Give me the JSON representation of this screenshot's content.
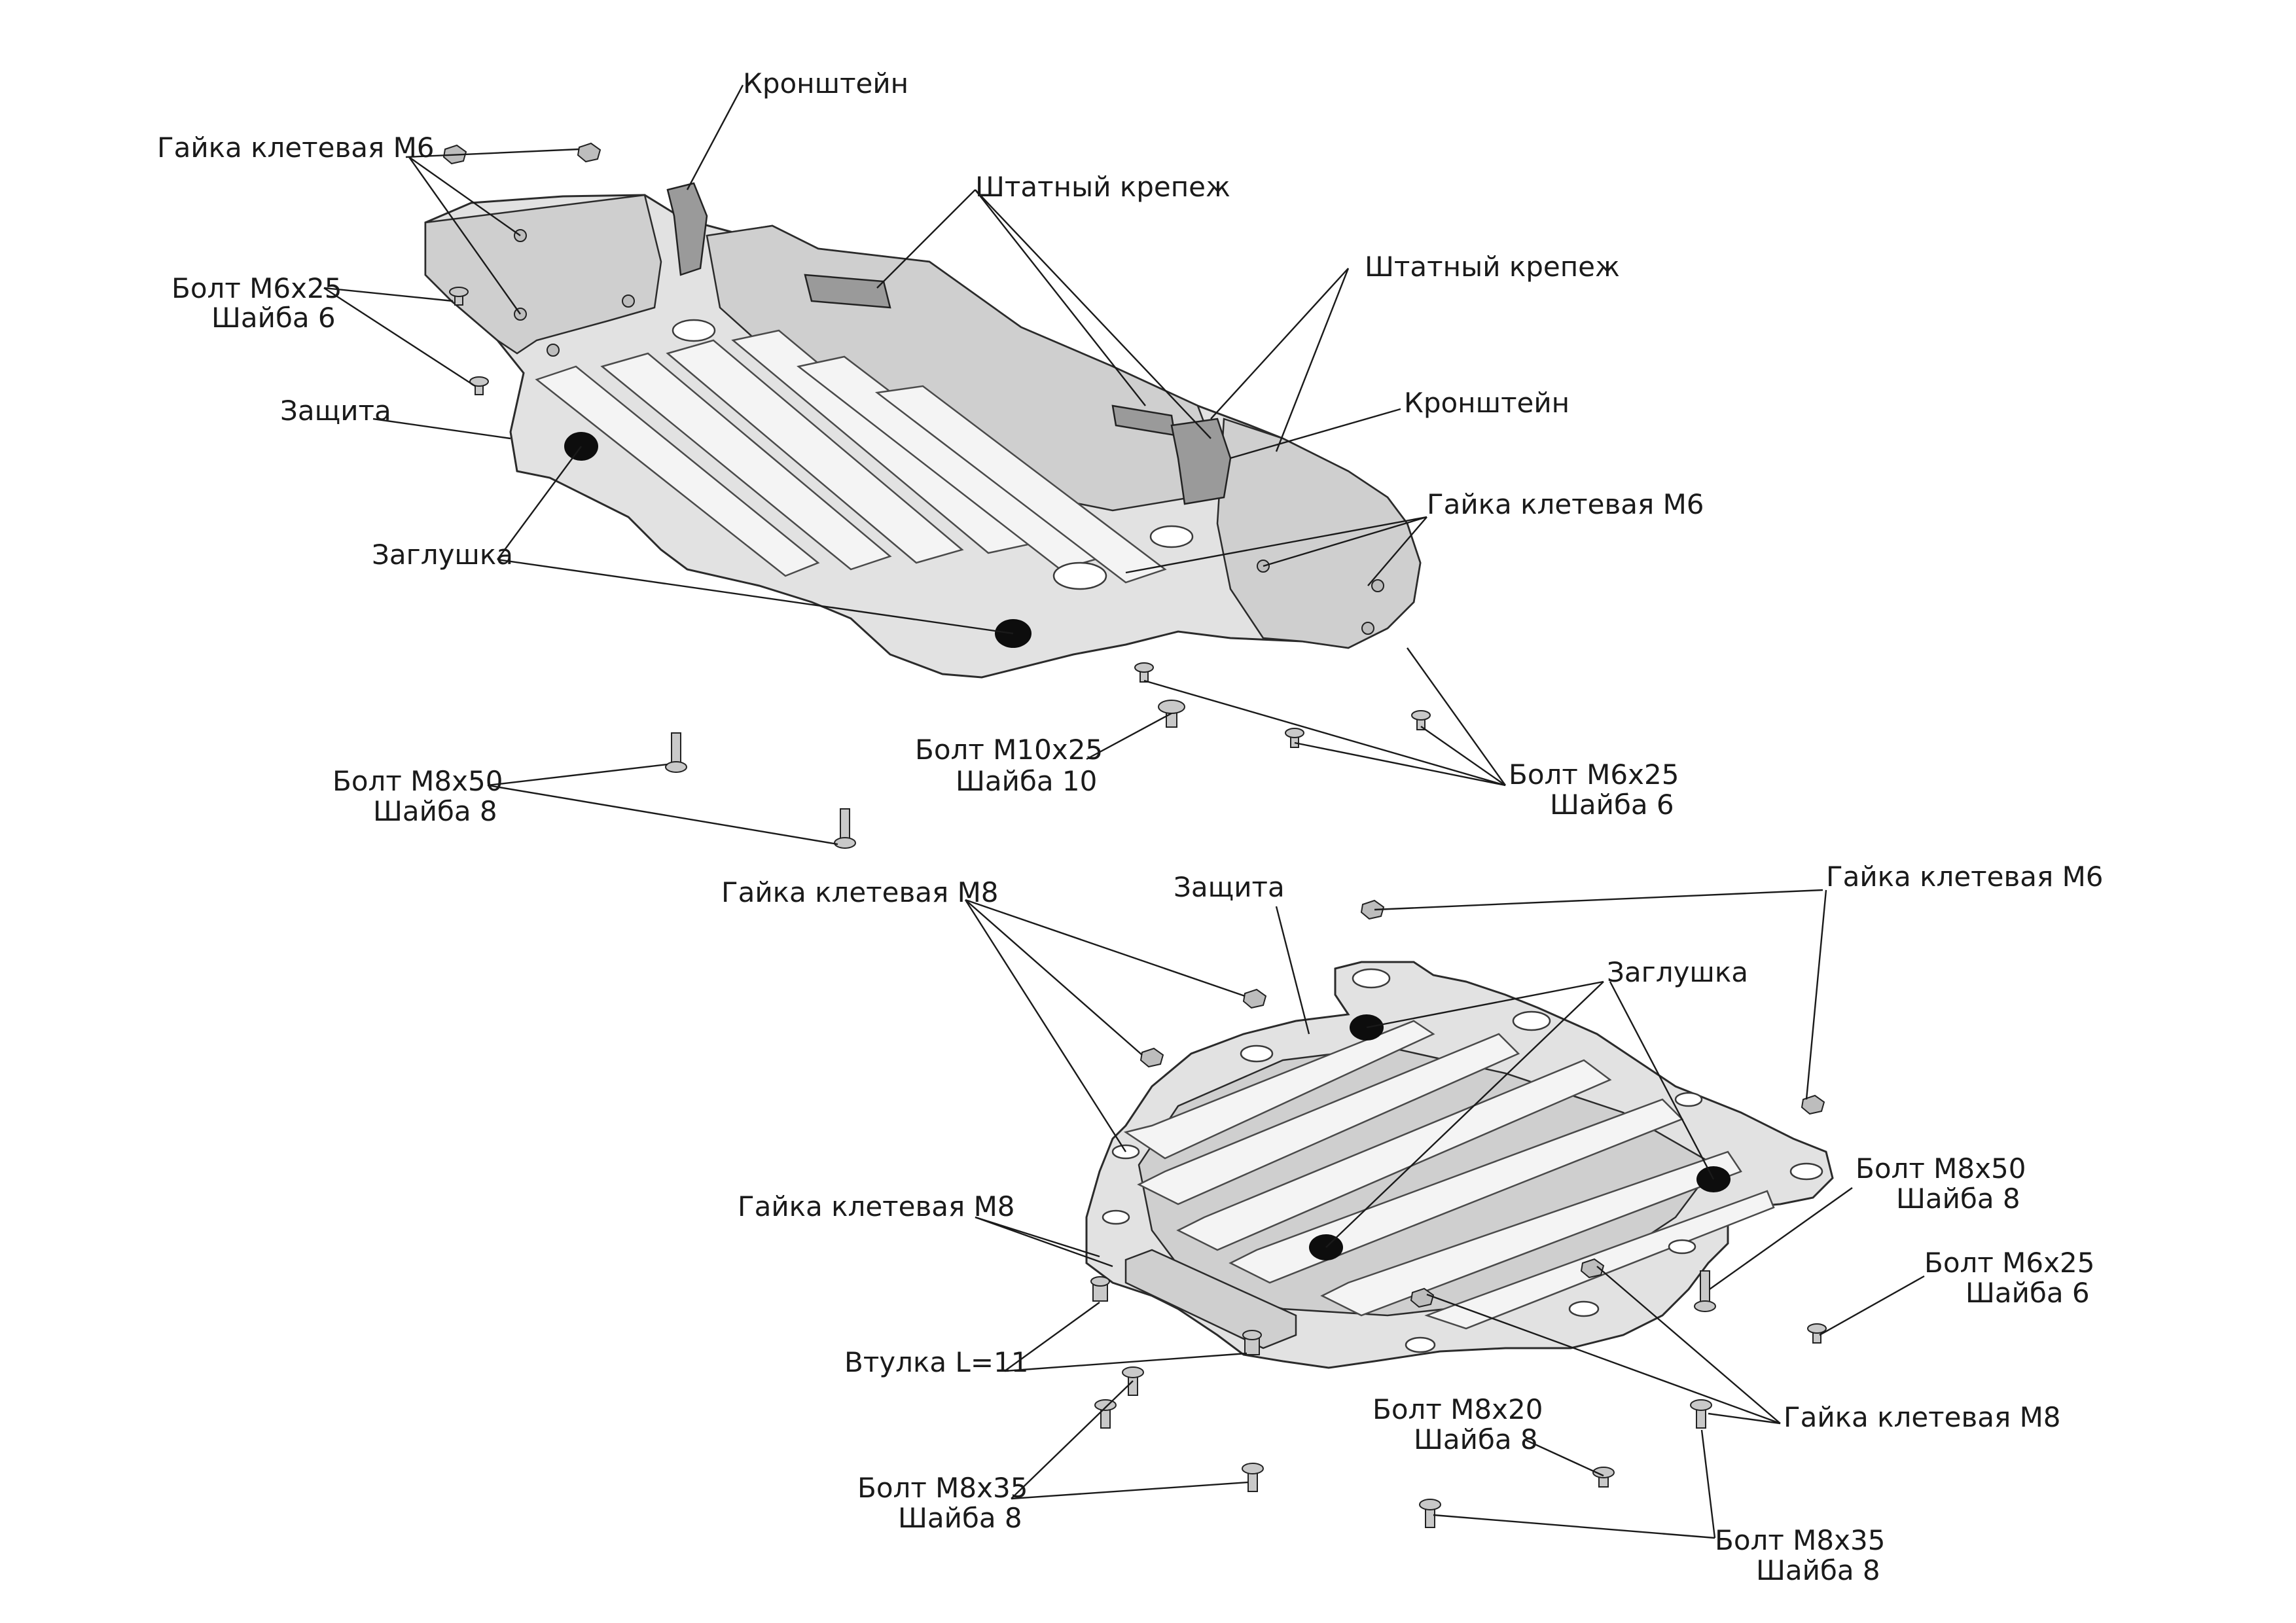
{
  "labels": {
    "kronshtein_top": "Кронштейн",
    "gaika_m6_topleft": "Гайка клетевая М6",
    "shtatny_1": "Штатный крепеж",
    "shtatny_2": "Штатный крепеж",
    "bolt_m6x25_left_1": "Болт М6х25",
    "bolt_m6x25_left_2": "Шайба 6",
    "kronshtein_right": "Кронштейн",
    "zashchita_top": "Защита",
    "gaika_m6_right": "Гайка клетевая М6",
    "zaglushka_top": "Заглушка",
    "bolt_m10x25_1": "Болт М10х25",
    "bolt_m10x25_2": "Шайба 10",
    "bolt_m6x25_mid_1": "Болт М6х25",
    "bolt_m6x25_mid_2": "Шайба 6",
    "bolt_m8x50_left_1": "Болт М8х50",
    "bolt_m8x50_left_2": "Шайба 8",
    "gaika_m8_top": "Гайка клетевая М8",
    "zashchita_bottom": "Защита",
    "gaika_m6_bottomright": "Гайка клетевая М6",
    "zaglushka_bottom": "Заглушка",
    "bolt_m8x50_right_1": "Болт М8х50",
    "bolt_m8x50_right_2": "Шайба 8",
    "gaika_m8_left": "Гайка клетевая М8",
    "bolt_m6x25_right_1": "Болт М6х25",
    "bolt_m6x25_right_2": "Шайба 6",
    "vtulka": "Втулка L=11",
    "bolt_m8x20_1": "Болт М8х20",
    "bolt_m8x20_2": "Шайба 8",
    "gaika_m8_bottom": "Гайка клетевая М8",
    "bolt_m8x35_left_1": "Болт М8х35",
    "bolt_m8x35_left_2": "Шайба 8",
    "bolt_m8x35_right_1": "Болт М8х35",
    "bolt_m8x35_right_2": "Шайба 8"
  }
}
